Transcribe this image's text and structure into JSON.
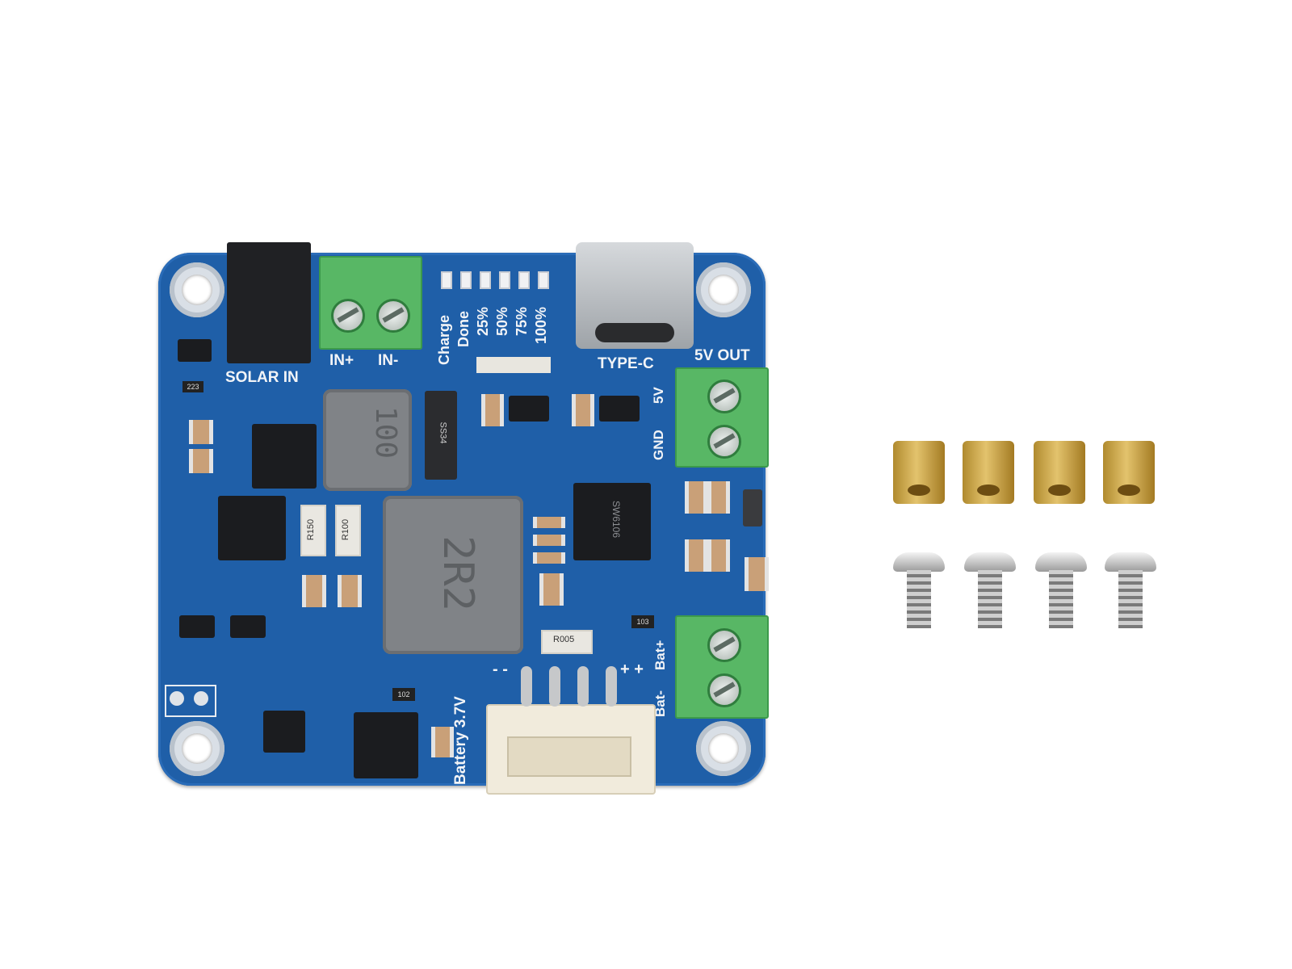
{
  "board": {
    "solar_label": "SOLAR IN",
    "in_plus_label": "IN+",
    "in_minus_label": "IN-",
    "typec_label": "TYPE-C",
    "out_label": "5V OUT",
    "out_5v": "5V",
    "out_gnd": "GND",
    "battery_label": "Battery 3.7V",
    "bat_minus": "Bat-",
    "bat_plus": "Bat+",
    "minus_sign": "- -",
    "plus_sign": "+ +",
    "led_labels": [
      "Charge",
      "Done",
      "25%",
      "50%",
      "75%",
      "100%"
    ],
    "inductor_large": "2R2",
    "inductor_small": "100",
    "diode_mark": "SS34",
    "resistor_1": "R150",
    "resistor_2": "R100",
    "resistor_3": "R005",
    "chip_main": "SW6106",
    "small_1": "223",
    "small_2": "103",
    "small_3": "102"
  },
  "colors": {
    "pcb": "#1f5fa8",
    "terminal": "#58b765",
    "brass": "#d4b25a"
  },
  "hardware": {
    "standoff_count": 4,
    "screw_count": 4
  }
}
